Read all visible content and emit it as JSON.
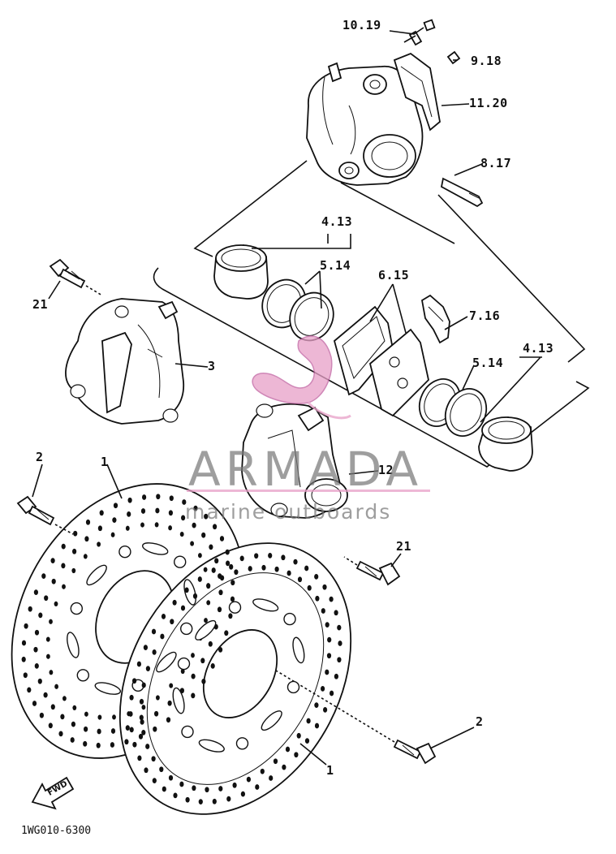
{
  "diagram": {
    "drawing_code": "1WG010-6300",
    "forward_marker": "FWD",
    "callouts": {
      "c10_19": "10.19",
      "c9_18": "9.18",
      "c11_20": "11.20",
      "c8_17": "8.17",
      "c4_13_upper": "4.13",
      "c5_14_upper": "5.14",
      "c6_15": "6.15",
      "c7_16": "7.16",
      "c4_13_lower": "4.13",
      "c5_14_lower": "5.14",
      "c21_upper": "21",
      "c3": "3",
      "c12": "12",
      "c2_upper": "2",
      "c1_upper": "1",
      "c21_lower": "21",
      "c2_lower": "2",
      "c1_lower": "1"
    }
  },
  "watermark": {
    "title": "ARMADA",
    "subtitle": "marine outboards",
    "accent_color": "#e8a0c8",
    "text_color": "#787878"
  }
}
